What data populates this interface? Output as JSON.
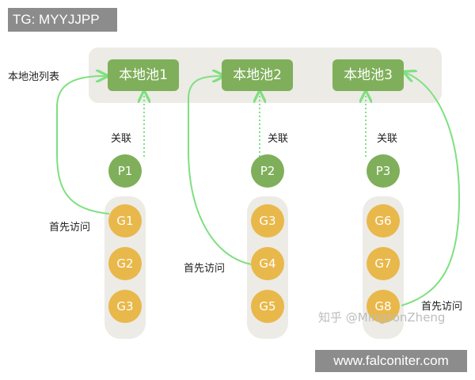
{
  "badge_top": "TG: MYYJJPP",
  "badge_bottom": "www.falconiter.com",
  "watermark": "知乎 @MingsonZheng",
  "list_label": "本地池列表",
  "pools": [
    "本地池1",
    "本地池2",
    "本地池3"
  ],
  "processors": [
    "P1",
    "P2",
    "P3"
  ],
  "link_label": "关联",
  "first_access_label": "首先访问",
  "goroutines": [
    [
      "G1",
      "G2",
      "G3"
    ],
    [
      "G3",
      "G4",
      "G5"
    ],
    [
      "G6",
      "G7",
      "G8"
    ]
  ],
  "colors": {
    "green": "#7faf5a",
    "orange": "#e9b84a",
    "panel": "#ecebe6",
    "arrow": "#7ee07e"
  }
}
